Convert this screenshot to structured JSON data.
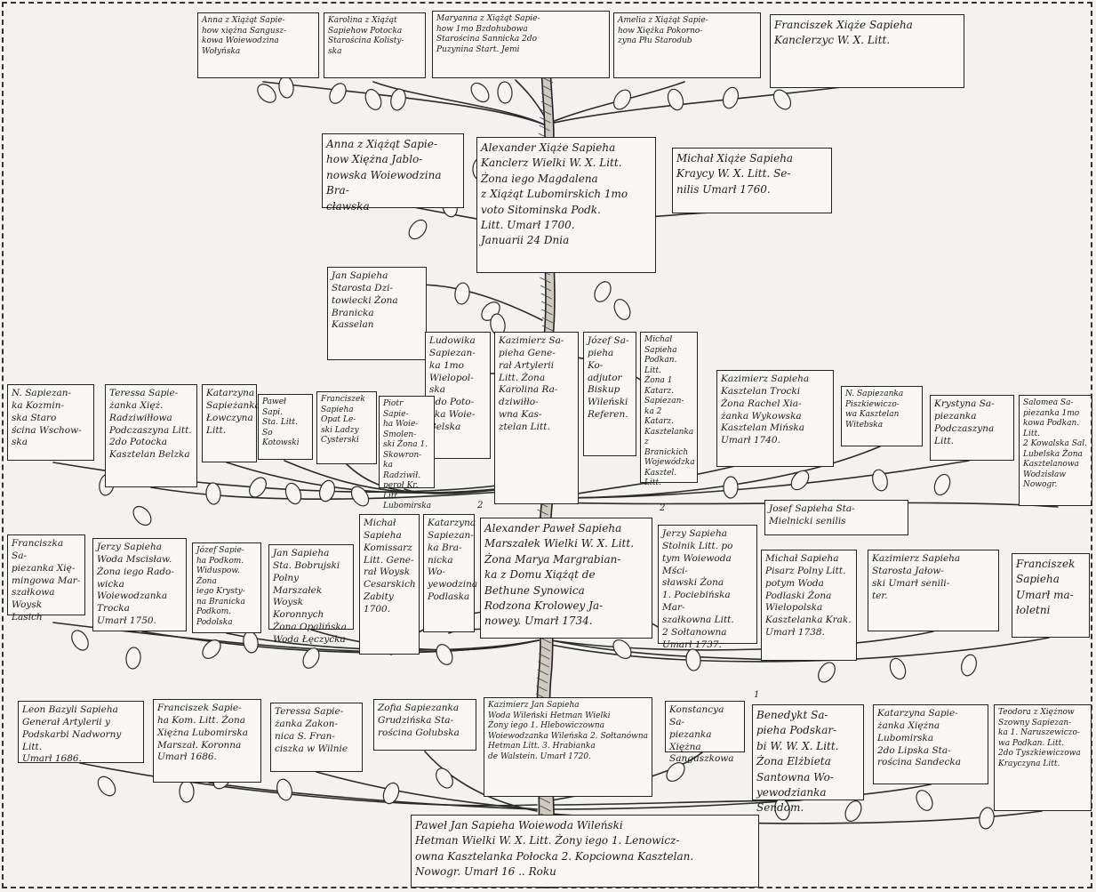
{
  "document": {
    "nodes": [
      {
        "id": "anna-sanguszkowa",
        "text": "Anna z Xiążąt Sapie-\nhow xiężna Sangusz-\nkowa Woiewodzina\nWołyńska"
      },
      {
        "id": "karolina-potocka",
        "text": "Karolina z Xiążąt\nSapiehow Potocka\nStarościna Kolisty-\nska"
      },
      {
        "id": "maryanna-bzdowowa",
        "text": "Maryanna z Xiążąt Sapie-\nhow 1mo Bzdohubowa\nStarościna Sannicka 2do\nPuzynina Start. Jemi"
      },
      {
        "id": "amelia-pokorna",
        "text": "Amelia z Xiążąt Sapie-\nhow Xiężka Pokorno-\nzyna Płu Starodub"
      },
      {
        "id": "franciszek-kanclerz",
        "text": "Franciszek Xiąże Sapieha\nKanclerzyc W. X. Litt."
      },
      {
        "id": "anna-jablonowska",
        "text": "Anna z Xiążąt Sapie-\nhow Xiężna Jablo-\nnowska Woiewodzina Bra-\ncławska"
      },
      {
        "id": "aleksander-kanclerz",
        "text": "Alexander Xiąże Sapieha\nKanclerz Wielki W. X. Litt.\nŻona iego Magdalena\nz Xiążąt Lubomirskich 1mo\nvoto Sitominska Podk.\nLitt. Umarł 1700.\nJanuarii 24 Dnia"
      },
      {
        "id": "michal-kraycy",
        "text": "Michał Xiąże Sapieha\nKraycy W. X. Litt. Se-\nnilis Umarł 1760."
      },
      {
        "id": "jan-starosta",
        "text": "Jan Sapieha\nStarosta Dzi-\ntowiecki Żona\nBranicka\nKasselan"
      },
      {
        "id": "ludwika-bielska",
        "text": "Ludowika\nSapiezan-\nka 1mo\nWielopol-\nska\n2do Poto-\ncka Woie-\nBelska"
      },
      {
        "id": "kazimierz-general",
        "text": "Kazimierz Sa-\npieha Gene-\nrał Artylerii\nLitt. Żona\nKarolina Ra-\ndziwiłło-\nwna Kas-\nztelan Litt."
      },
      {
        "id": "jozef-koadjutor",
        "text": "Józef Sa-\npieha Ko-\nadjutor\nBiskup\nWileński\nReferen."
      },
      {
        "id": "michal-podkan",
        "text": "Michał\nSapieha\nPodkan. Litt.\nŻona 1 Katarz.\nSapiezan-\nka 2 Katarz.\nKasztelanka\nz Branickich\nWojewódzka\nKasztel. Litt."
      },
      {
        "id": "kazimierz-trocki",
        "text": "Kazimierz Sapieha\nKasztelan Trocki\nŻona Rachel Xia-\nżanka Wykowska\nKasztelan Mińska\nUmarł 1740."
      },
      {
        "id": "n-sapiezanka-witebska",
        "text": "N. Sapiezanka\nPiszkiewiczo-\nwa Kasztelan\nWitebska"
      },
      {
        "id": "krystyna-podczaszyna",
        "text": "Krystyna Sa-\npiezanka\nPodczaszyna\nLitt."
      },
      {
        "id": "salomea-podkanclerzyna",
        "text": "Salomea Sa-\npiezanka 1mo\nkowa Podkan. Litt.\n2 Kowalska Sal.\nLubelska Żona\nKasztelanowa\nWodzisław Nowogr."
      },
      {
        "id": "n-sapiezanka-kozminska",
        "text": "N. Sapiezan-\nka Kozmin-\nska Staro\nścina Wschow-\nska"
      },
      {
        "id": "teressa-podczaszyna",
        "text": "Teressa Sapie-\nżanka Xięż.\nRadziwiłłowa\nPodczaszyna Litt.\n2do Potocka\nKasztelan Belzka"
      },
      {
        "id": "katarzyna-lowczyna",
        "text": "Katarzyna\nSapieżanka\nŁowczyna\nLitt."
      },
      {
        "id": "pawel-kotowski",
        "text": "Paweł Sapi.\nSta. Litt. So\nKotowski"
      },
      {
        "id": "franciszek-opat",
        "text": "Franciszek\nSapieha\nOpat Le-\nski Ladzy\nCysterski"
      },
      {
        "id": "piotr-smolenski",
        "text": "Piotr Sapie-\nha Woie-\nSmolen-\nski Żona 1.\nSkowron-\nka Radziwił.\nperoł Kr.\nLitt. Lubomirska"
      },
      {
        "id": "michal-komisarz",
        "text": "Michał\nSapieha\nKomissarz\nLitt. Gene-\nrał Woysk\nCesarskich\nZabity\n1700."
      },
      {
        "id": "katarzyna-branicka",
        "text": "Katarzyna\nSapiezan-\nka Bra-\nnicka Wo-\nyewodzina\nPodlaska"
      },
      {
        "id": "aleksander-marszalek",
        "text": "Alexander Paweł Sapieha\nMarszałek Wielki W. X. Litt.\nŻona Marya Margrabian-\nka z Domu Xiążąt de\nBethune Synowica\nRodzona Krolowey Ja-\nnowey. Umarł 1734."
      },
      {
        "id": "jerzy-stolnik",
        "text": "Jerzy Sapieha\nStolnik Litt. po\ntym Woiewoda Mści-\nsławski Żona\n1. Pociebińska Mar-\nszałkowna Litt.\n2 Sołtanowna\nUmarł 1737."
      },
      {
        "id": "jozef-mielnicki",
        "text": "Josef Sapieha Sta-\nMielnicki senilis"
      },
      {
        "id": "franciszka-marszalkowa",
        "text": "Franciszka Sa-\npiezanka Xię-\nmingowa Mar-\nszałkowa Woysk\nLasich"
      },
      {
        "id": "jerzy-mscislawski",
        "text": "Jerzy Sapieha\nWoda Mscisław.\nŻona iego Rado-\nwicka Woiewodzanka\nTrocka\nUmarł 1750."
      },
      {
        "id": "jozef-podkomorzy",
        "text": "Józef Sapie-\nha Podkom.\nWiduspow.\nŻona\niego Krysty-\nna Branicka\nPodkom. Podolska"
      },
      {
        "id": "jan-bobrujski",
        "text": "Jan Sapieha\nSta. Bobrujski\nPolny Marszałek\nWoysk Koronnych\nŻona Opalińska\nWoda Łęczycka"
      },
      {
        "id": "michal-podlaski",
        "text": "Michał Sapieha\nPisarz Polny Litt.\npotym Woda\nPodlaski Żona\nWielopolska\nKasztelanka Krak.\nUmarł 1738."
      },
      {
        "id": "kazimierz-jalowski",
        "text": "Kazimierz Sapieha\nStarosta Jałow-\nski Umarł senili-\nter."
      },
      {
        "id": "franciszek-malolat",
        "text": "Franciszek\nSapieha\nUmarł ma-\nłoletni"
      },
      {
        "id": "leon-bazyli",
        "text": "Leon Bazyli Sapieha\nGenerał Artylerii y\nPodskarbi Nadworny Litt.\nUmarł 1686."
      },
      {
        "id": "franciszek-koronny",
        "text": "Franciszek Sapie-\nha Kom. Litt. Żona\nXiężna Lubomirska\nMarszał. Koronna\nUmarł 1686."
      },
      {
        "id": "teressa-zakonnica",
        "text": "Teressa Sapie-\nżanka Zakon-\nnica S. Fran-\nciszka w Wilnie"
      },
      {
        "id": "zofia-golubska",
        "text": "Zofia Sapiezanka\nGrudzińska Sta-\nrościna Golubska"
      },
      {
        "id": "kazimierz-jan-hetman",
        "text": "Kazimierz Jan Sapieha\nWoda Wileński Hetman Wielki\nŻony iego 1. Hlebowiczowna\nWoiewodzanka Wileńska 2. Sołtanówna\nHetman Litt. 3. Hrabianka\nde Walstein. Umarł 1720."
      },
      {
        "id": "konstancja-sanguszkowa",
        "text": "Konstancya Sa-\npiezanka Xiężna\nSanguszkowa"
      },
      {
        "id": "benedykt-podskarbi",
        "text": "Benedykt Sa-\npieha Podskar-\nbi W. W. X. Litt.\nŻona Elżbieta\nSantowna Wo-\nyewodzianka Sendom."
      },
      {
        "id": "katarzyna-lipska",
        "text": "Katarzyna Sapie-\nżanka Xiężna\nLubomirska\n2do Lipska Sta-\nrościna Sandecka"
      },
      {
        "id": "teodora-tyszkiewiczowa",
        "text": "Teodora z Xiężnow\nSzowny Sapiezan-\nka 1. Naruszewiczo-\nwa Podkan. Litt.\n2do Tyszkiewiczowa\nKrayczyna Litt."
      },
      {
        "id": "pawel-jan-root",
        "text": "Paweł Jan Sapieha Woiewoda Wileński\nHetman Wielki W. X. Litt. Żony iego 1. Lenowicz-\nowna Kasztelanka Połocka 2. Kopciowna Kasztelan.\nNowogr. Umarł 16 .. Roku"
      }
    ],
    "markers": [
      "2",
      "2",
      "1"
    ]
  }
}
